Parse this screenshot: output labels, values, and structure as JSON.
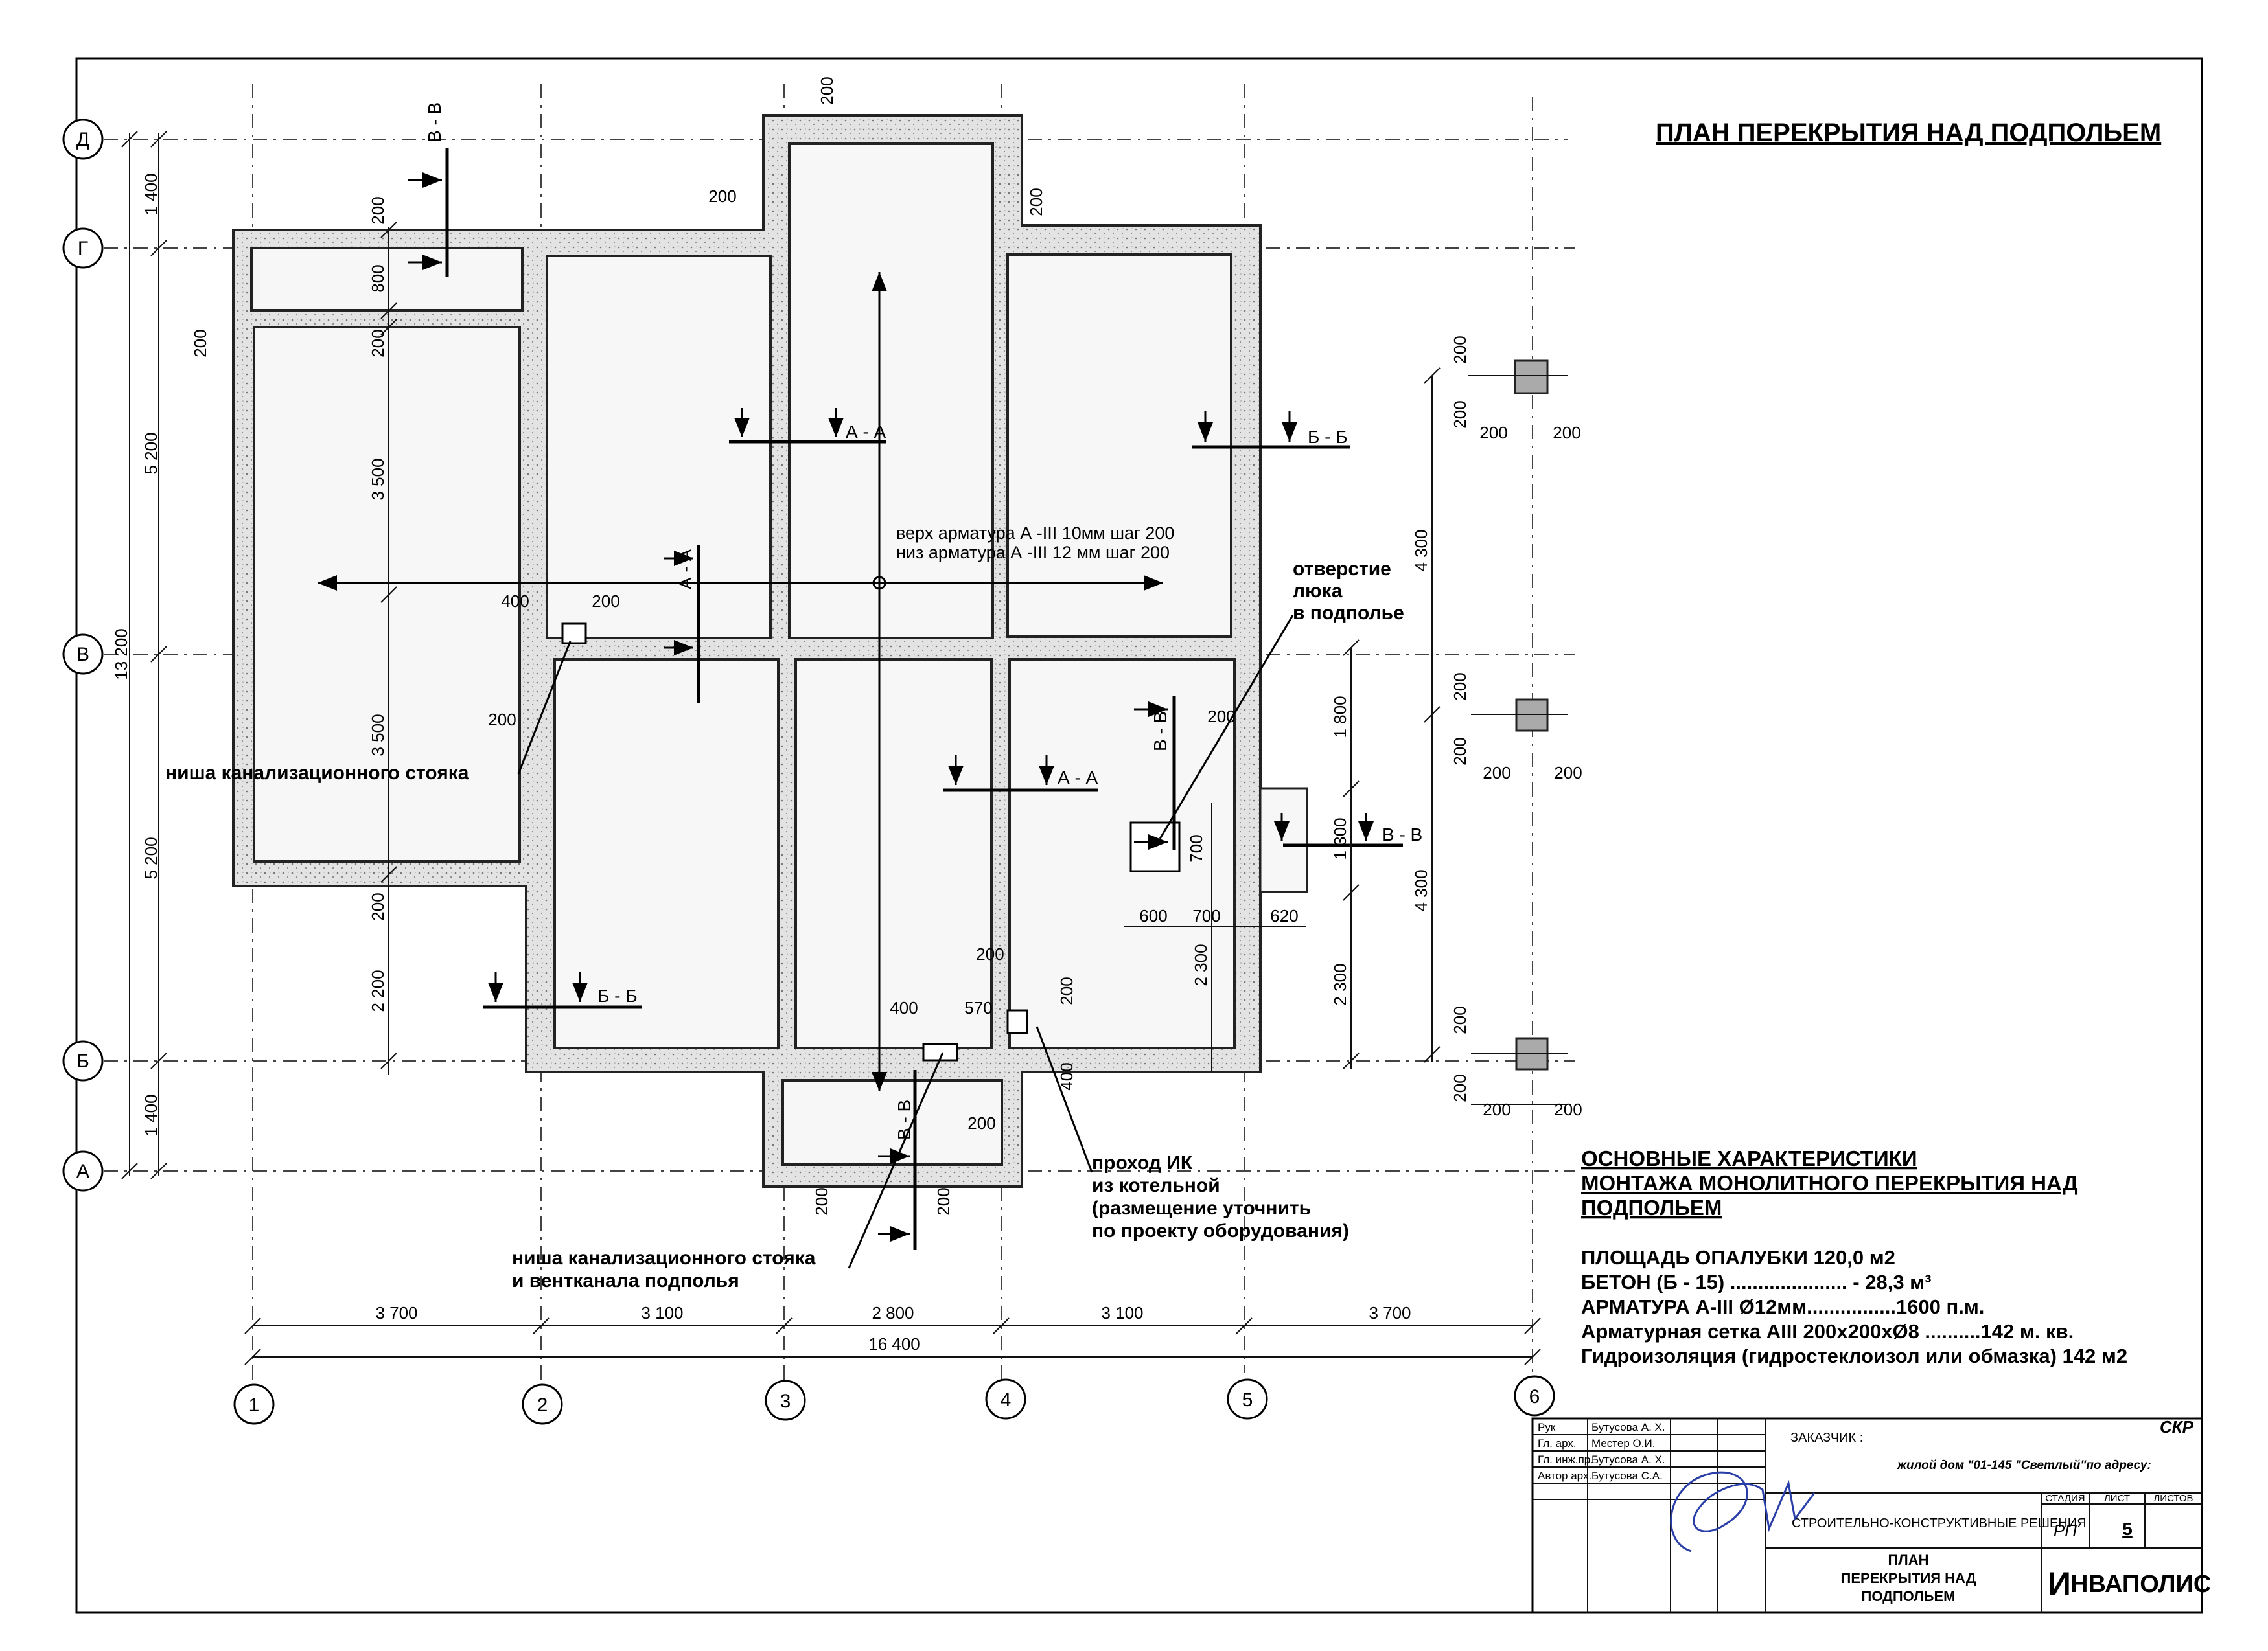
{
  "drawing": {
    "title": "ПЛАН ПЕРЕКРЫТИЯ НАД ПОДПОЛЬЕМ",
    "axes_letters": [
      "Д",
      "Г",
      "В",
      "Б",
      "А"
    ],
    "axes_numbers": [
      "1",
      "2",
      "3",
      "4",
      "5",
      "6"
    ],
    "dims": {
      "bottom_segments": [
        "3 700",
        "3 100",
        "2 800",
        "3 100",
        "3 700"
      ],
      "bottom_total": "16 400",
      "left_outer": [
        "1 400",
        "5 200",
        "5 200",
        "1 400"
      ],
      "left_total": "13 200",
      "inner_left": [
        "200",
        "800",
        "200",
        "3 500",
        "3 500",
        "200",
        "2 200"
      ],
      "right_chain": [
        "4 300",
        "4 300"
      ],
      "right_inner": [
        "1 800",
        "1 300",
        "2 300"
      ],
      "pier_a": "200",
      "pier_b": "200",
      "misc_200": "200",
      "d400": "400",
      "d570": "570",
      "d600": "600",
      "d700": "700",
      "d620": "620"
    },
    "sections": {
      "aa": "А - А",
      "bb": "Б - Б",
      "vv": "В - В"
    },
    "notes": {
      "reinf_top": "верх арматура  А -III  10мм шаг 200",
      "reinf_bottom": "низ арматура   А -III  12 мм шаг 200",
      "hatch_1": "отверстие",
      "hatch_2": "люка",
      "hatch_3": "в подполье",
      "niche_1": "ниша канализационного стояка",
      "niche_2a": "ниша канализационного стояка",
      "niche_2b": "и вентканала подполья",
      "ik_1": "проход ИК",
      "ik_2": "из котельной",
      "ik_3": "(размещение уточнить",
      "ik_4": " по проекту оборудования)"
    },
    "characteristics": {
      "heading_1": "ОСНОВНЫЕ ХАРАКТЕРИСТИКИ",
      "heading_2": "МОНТАЖА МОНОЛИТНОГО ПЕРЕКРЫТИЯ НАД",
      "heading_3": "ПОДПОЛЬЕМ",
      "lines": [
        "ПЛОЩАДЬ ОПАЛУБКИ 120,0 м2",
        "БЕТОН (Б - 15) ..................... - 28,3 м³",
        "АРМАТУРА А-III Ø12мм................1600 п.м.",
        "Арматурная сетка АIII 200х200хØ8 ..........142 м. кв.",
        "Гидроизоляция (гидростеклоизол или обмазка) 142 м2"
      ]
    }
  },
  "title_block": {
    "roles": [
      "Рук",
      "Гл. арх.",
      "Гл. инж.пр.",
      "Автор арх."
    ],
    "names": [
      "Бутусова А. Х.",
      "Местер О.И.",
      "Бутусова А. Х.",
      "Бутусова С.А."
    ],
    "customer_label": "ЗАКАЗЧИК :",
    "code": "СКР",
    "object": "жилой дом \"01-145 \"Светлый\"по адресу:",
    "section_name": "СТРОИТЕЛЬНО-КОНСТРУКТИВНЫЕ РЕШЕНИЯ",
    "sheet_title_1": "ПЛАН",
    "sheet_title_2": "ПЕРЕКРЫТИЯ НАД",
    "sheet_title_3": "ПОДПОЛЬЕМ",
    "col_stage": "СТАДИЯ",
    "col_sheet": "ЛИСТ",
    "col_sheets": "ЛИСТОВ",
    "stage": "РП",
    "sheet": "5",
    "company_initial": "И",
    "company_rest": "НВАПОЛИС"
  }
}
